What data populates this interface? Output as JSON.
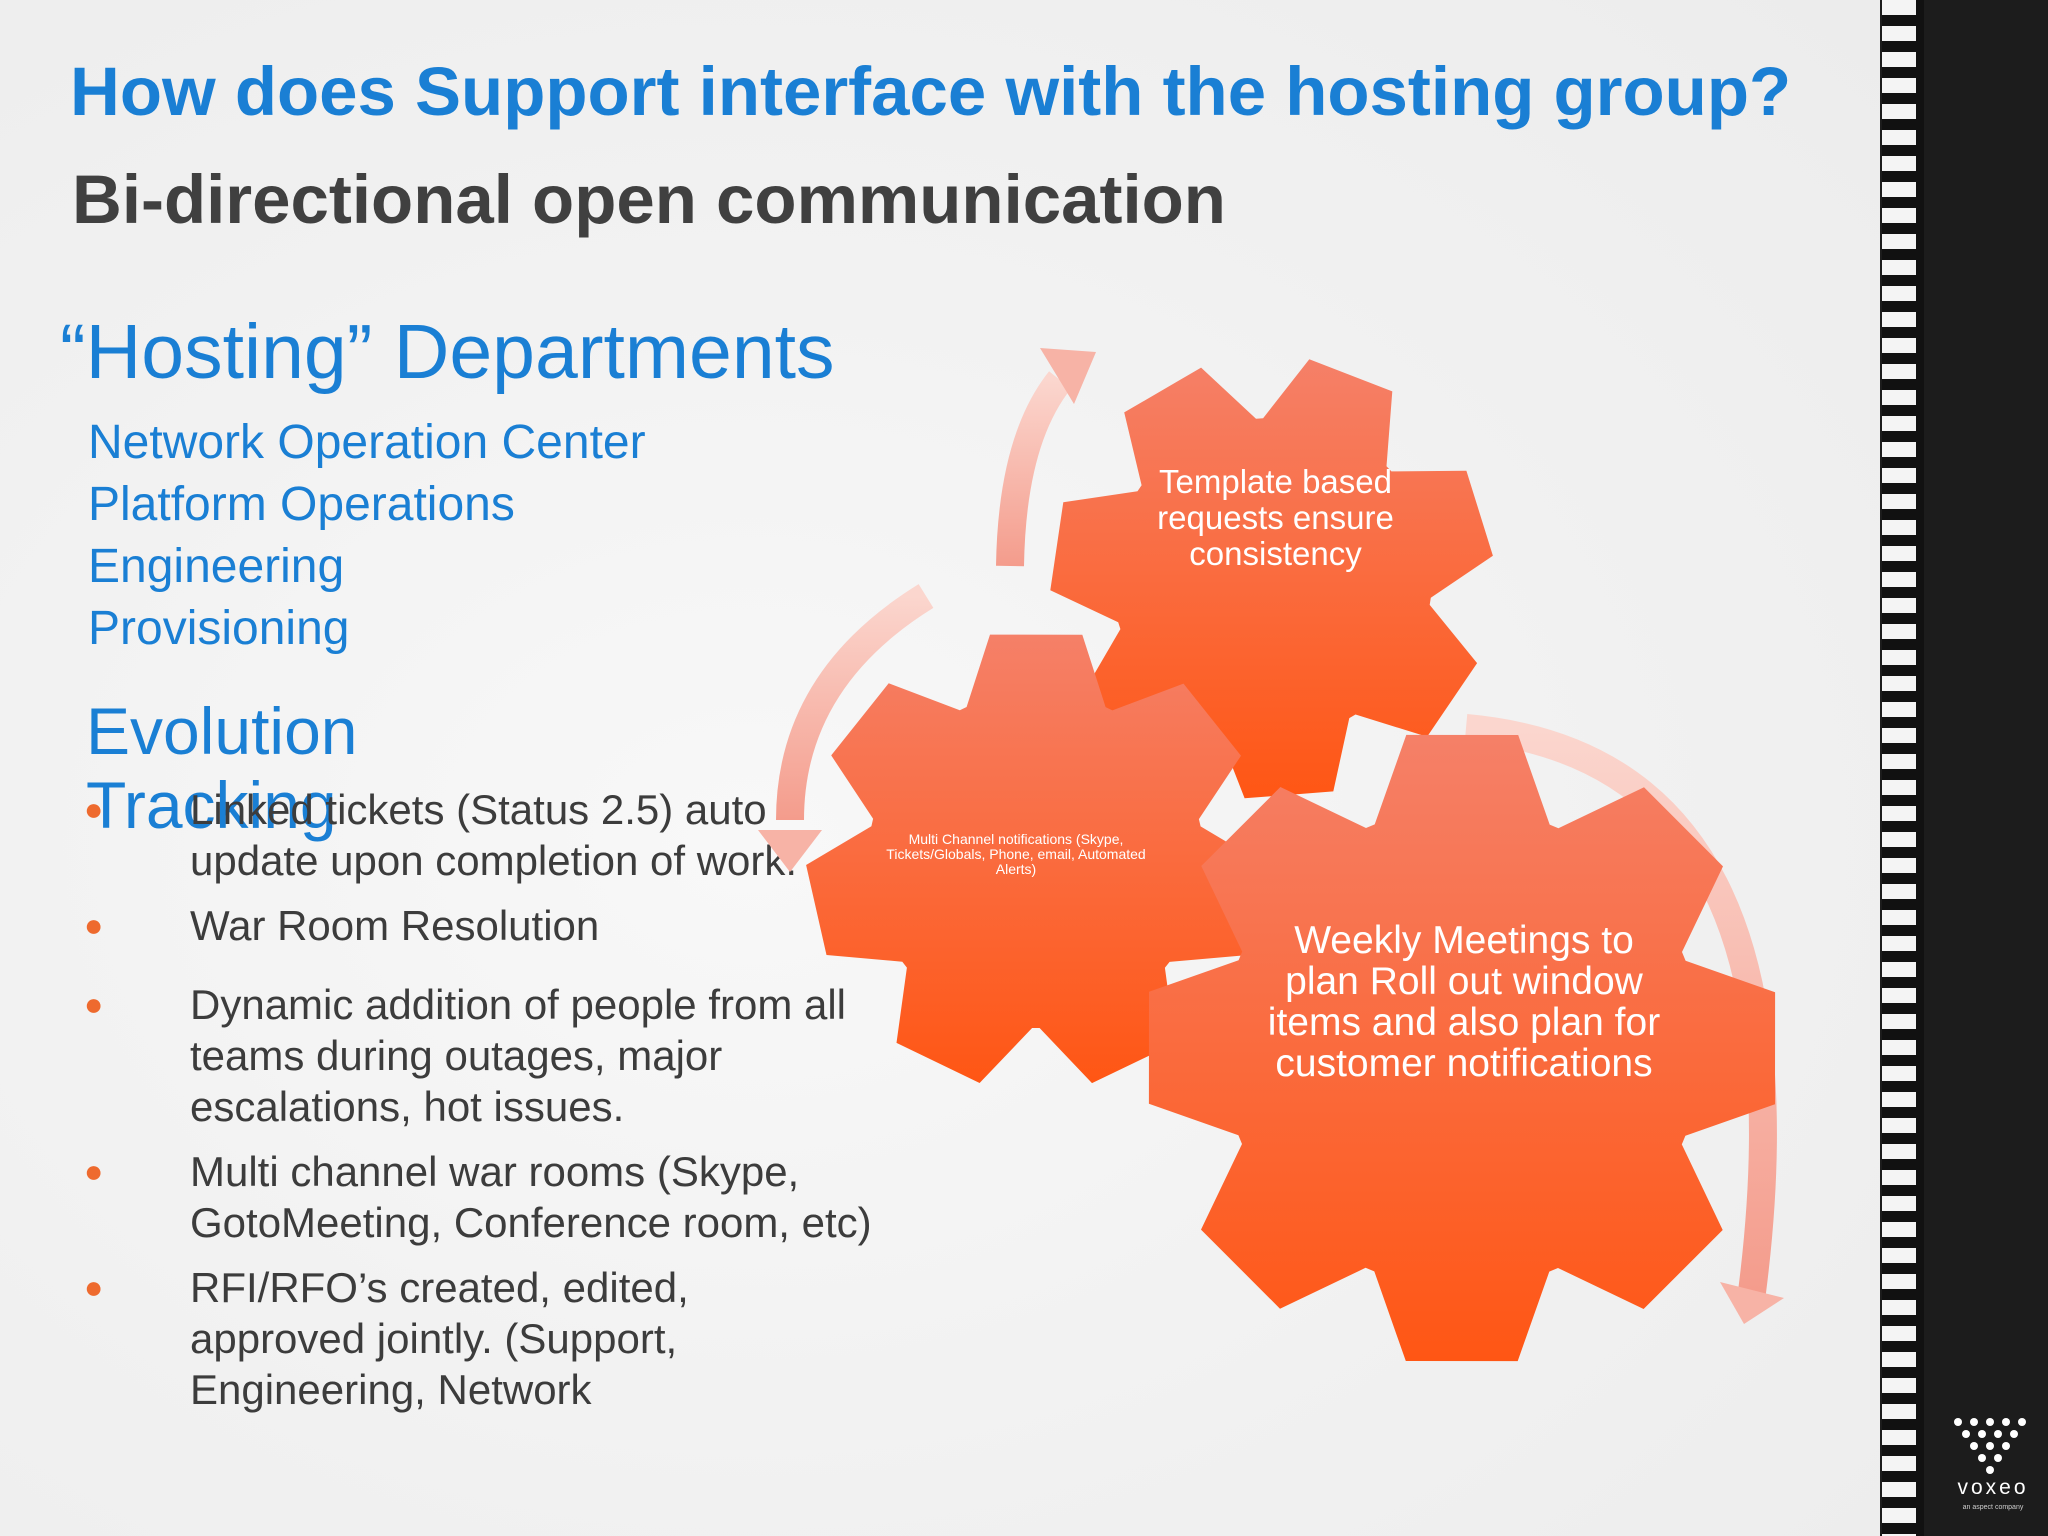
{
  "slide": {
    "title": "How does Support interface with the hosting group?",
    "subtitle": "Bi-directional open communication"
  },
  "departments": {
    "heading": "“Hosting” Departments",
    "items": [
      "Network Operation Center",
      "Platform Operations",
      "Engineering",
      "Provisioning"
    ]
  },
  "evolution": {
    "heading": "Evolution Tracking",
    "bullets": [
      "Linked tickets (Status 2.5) auto update upon completion of work.",
      "War Room Resolution",
      "Dynamic addition of people from all teams during outages, major escalations, hot issues.",
      "Multi channel war rooms (Skype, GotoMeeting, Conference room, etc)",
      "RFI/RFO’s created, edited, approved jointly. (Support, Engineering, Network"
    ]
  },
  "gears": {
    "small_label": "Multi Channel notifications (Skype, Tickets/Globals, Phone, email, Automated Alerts)",
    "top_label": "Template based requests ensure consistency",
    "big_label": "Weekly Meetings to plan Roll out window items and also plan for customer notifications"
  },
  "colors": {
    "title_blue": "#1a7fd4",
    "text_gray": "#3c3c3c",
    "gear_orange": "#f45a2a",
    "arrow_pink": "#f5a597",
    "bullet_orange": "#ee6a2e"
  },
  "logo": {
    "name": "voxeo",
    "tagline": "an aspect company"
  }
}
